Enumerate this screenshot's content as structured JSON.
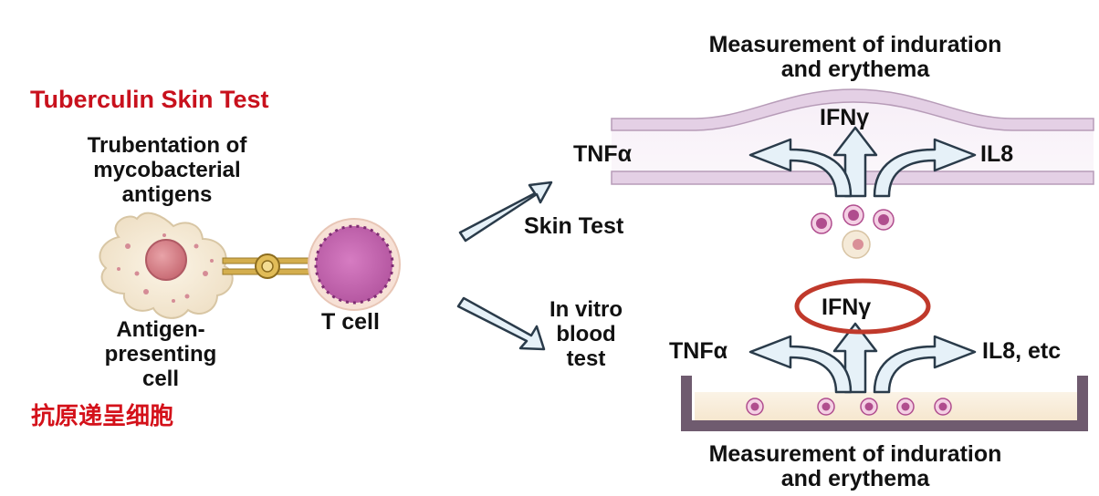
{
  "title": "Tuberculin Skin Test",
  "antigen_text": [
    "Trubentation of",
    "mycobacterial",
    "antigens"
  ],
  "apc_label": [
    "Antigen-",
    "presenting",
    "cell"
  ],
  "tcell_label": "T cell",
  "chinese_label": "抗原递呈细胞",
  "skin_test_label": "Skin Test",
  "blood_test_label": [
    "In vitro",
    "blood",
    "test"
  ],
  "top_panel": {
    "title": [
      "Measurement of induration",
      "and erythema"
    ],
    "center": "IFNγ",
    "left": "TNFα",
    "right": "IL8"
  },
  "bottom_panel": {
    "title": [
      "Measurement of induration",
      "and erythema"
    ],
    "center": "IFNγ",
    "left": "TNFα",
    "right": "IL8, etc"
  },
  "colors": {
    "title_red": "#c8111d",
    "highlight_ring": "#c0392b",
    "arrow_fill": "#e6f1f8",
    "arrow_stroke": "#2a3b4a",
    "cell_purple": "#9c3f86",
    "tissue_pink": "#e9d6ea"
  }
}
